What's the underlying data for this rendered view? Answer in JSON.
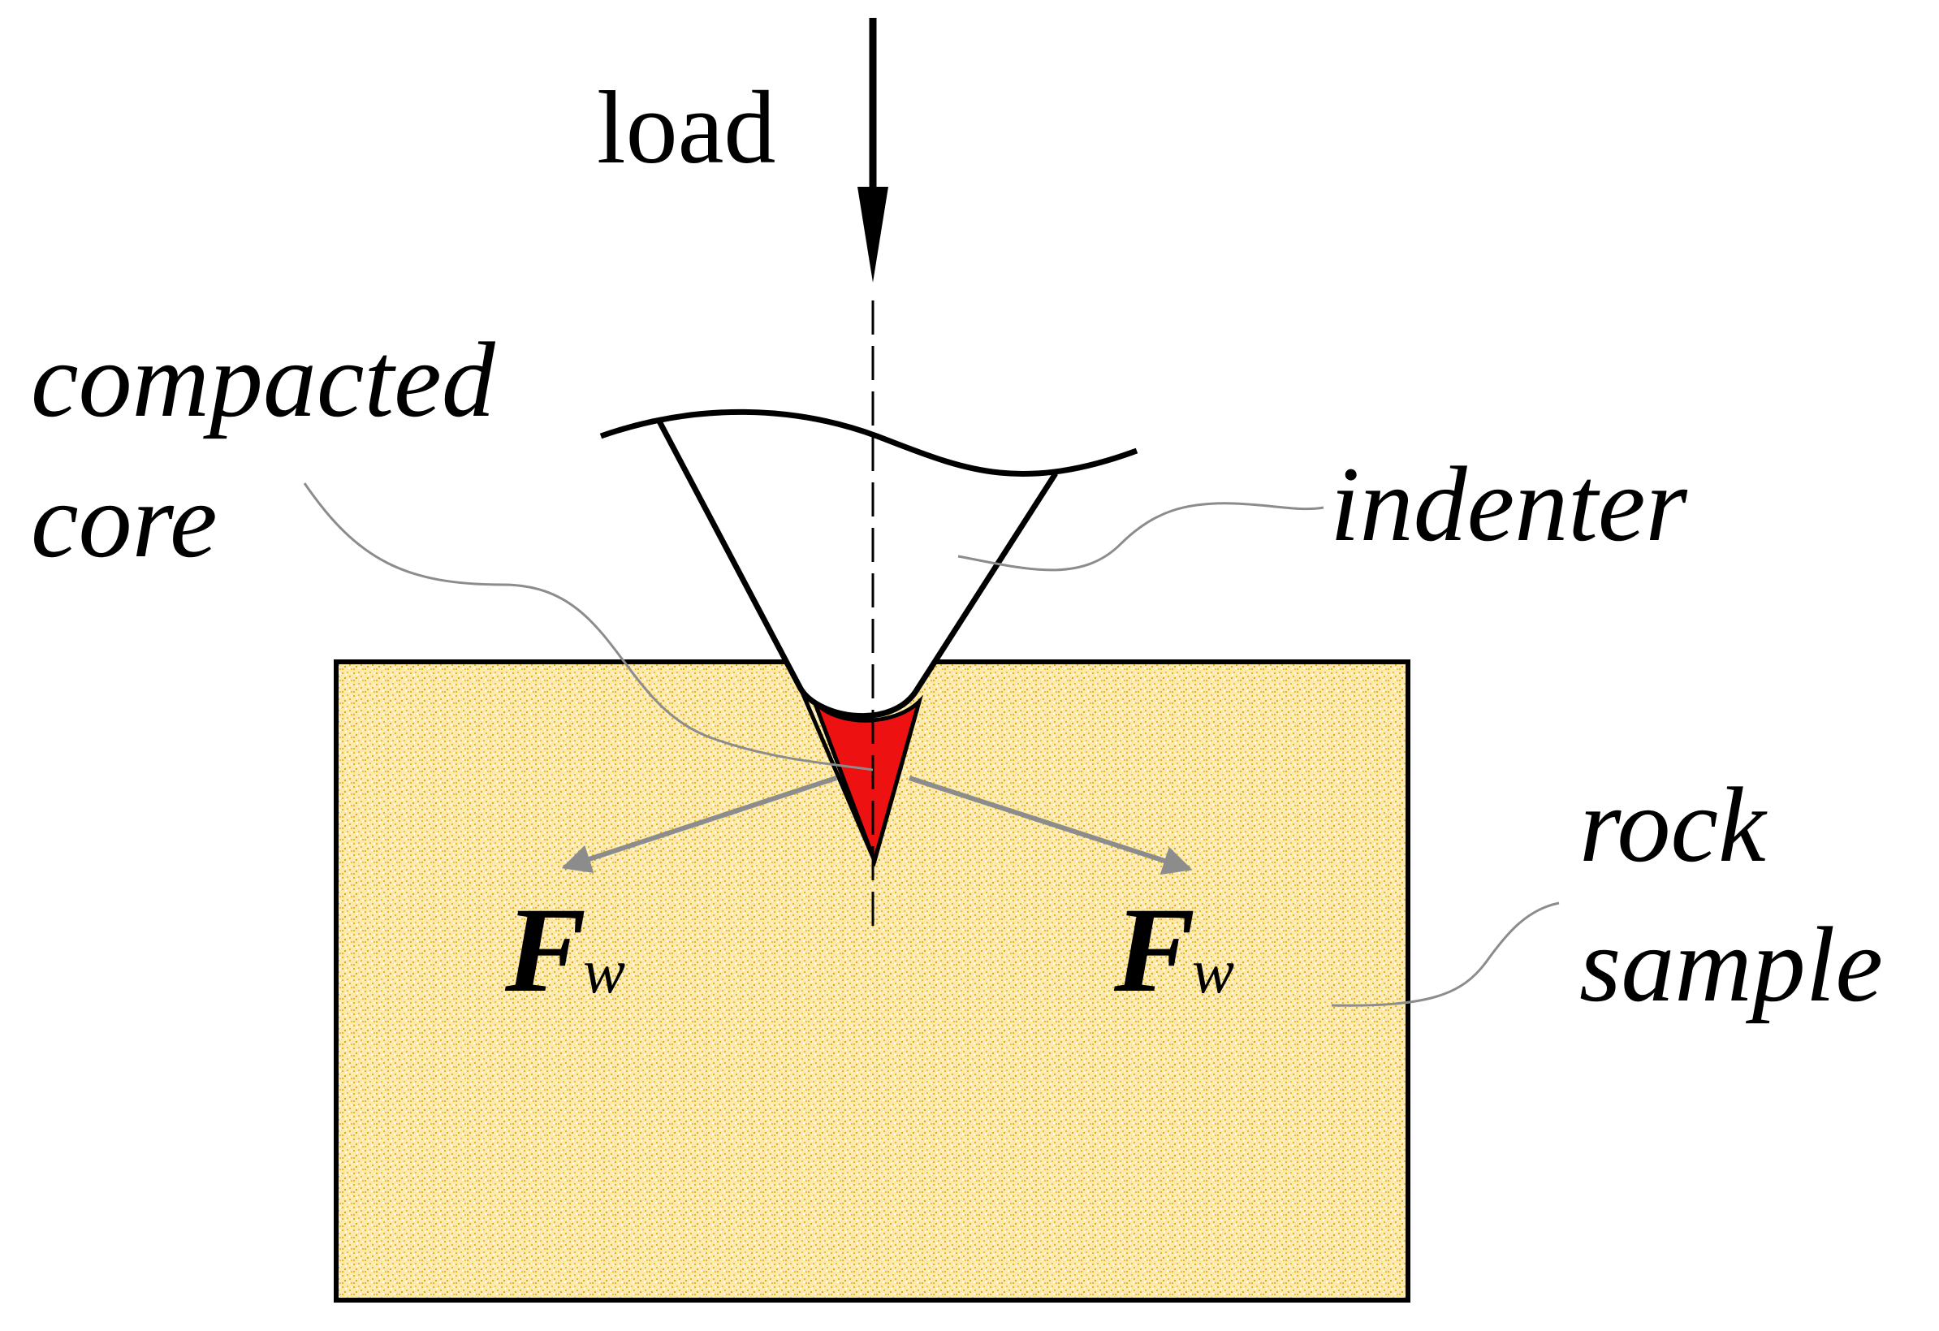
{
  "labels": {
    "load": "load",
    "compacted_line1": "compacted",
    "compacted_line2": "core",
    "indenter": "indenter",
    "rock_line1": "rock",
    "rock_line2": "sample",
    "force_left_main": "F",
    "force_left_sub": "w",
    "force_right_main": "F",
    "force_right_sub": "w"
  },
  "colors": {
    "rock_fill": "#fbe9ad",
    "rock_speckle": "#e8b420",
    "rock_speckle_light": "#ffffff",
    "compacted_core": "#ee1111",
    "outline": "#000000",
    "leader": "#8c8c8c",
    "force_arrow": "#8c8c8c"
  }
}
